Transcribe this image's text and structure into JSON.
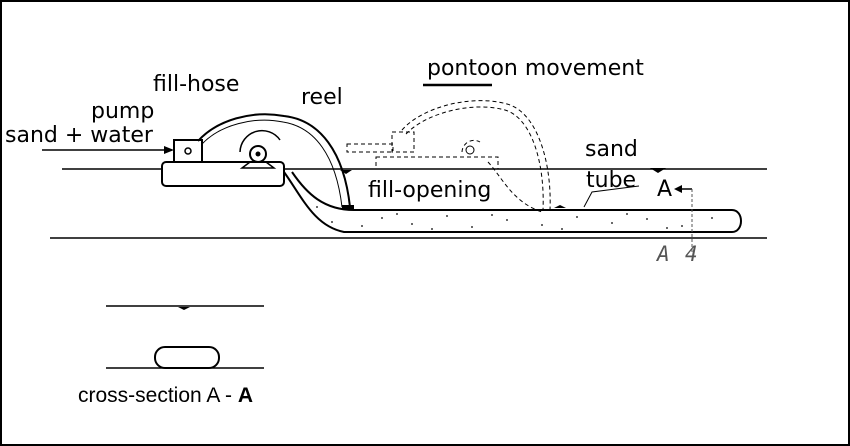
{
  "labels": {
    "fill_hose": "fill-hose",
    "pump": "pump",
    "sand_water": "sand + water",
    "reel": "reel",
    "pontoon_movement": "pontoon movement",
    "sand": "sand",
    "tube": "tube",
    "section_marker": "A",
    "fill_opening": "fill-opening",
    "section_a_left": "A",
    "section_a_right": "4",
    "cross_section": "cross-section A - ",
    "cross_section_bold": "A"
  }
}
